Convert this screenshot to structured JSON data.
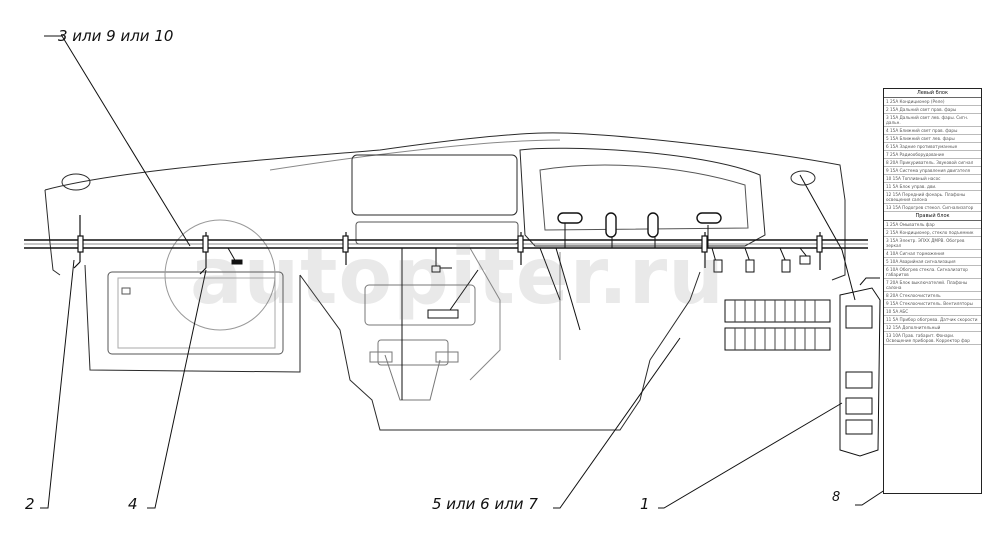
{
  "callouts": {
    "top_left": "3 или 9 или 10",
    "c2": "2",
    "c4": "4",
    "c567": "5 или 6 или  7",
    "c1": "1",
    "c8": "8"
  },
  "watermark": "autopiter.ru",
  "fuse_table": {
    "left_block_header": "Левый блок",
    "left_rows": [
      "1 25A Кондиционер (Реле)",
      "2 15A Дальний свет прав. фары",
      "3 15A Дальний свет лев. фары. Сигн. дальн.",
      "4 15A Ближний свет прав. фары",
      "5 15A Ближний свет лев. фары",
      "6 15A Задние противотуманные",
      "7 25A Радиооборудование",
      "8 20A Прикуриватель. Звуковой сигнал",
      "9 15A Система управления двигателя",
      "10 15A Топливный насос",
      "11 5A Блок управ. дви.",
      "12 15A Передний фонарь. Плафоны освещения салона",
      "13 15A Подогрев стекол. Сигнализатор"
    ],
    "right_block_header": "Правый блок",
    "right_rows": [
      "1 25A Омыватель фар",
      "2 15A Кондиционер, стекло подъемник",
      "3 15A Электр. ЭПХХ ДМРВ. Обогрев зеркал",
      "4 10A Сигнал торможения",
      "5 10A Аварийная сигнализация",
      "6 10A Обогрев стекла. Сигнализатор габаритов",
      "7 20A Блок выключателей. Плафоны салона",
      "8 20A Стеклоочиститель",
      "9 15A Стеклоочиститель. Вентиляторы",
      "10 5A АБС",
      "11 5A Прибор обогрева. Датчик скорости",
      "12 15A Дополнительный",
      "13 10A Прав. габарит. Фонари. Освещение приборов. Корректор фар"
    ]
  }
}
